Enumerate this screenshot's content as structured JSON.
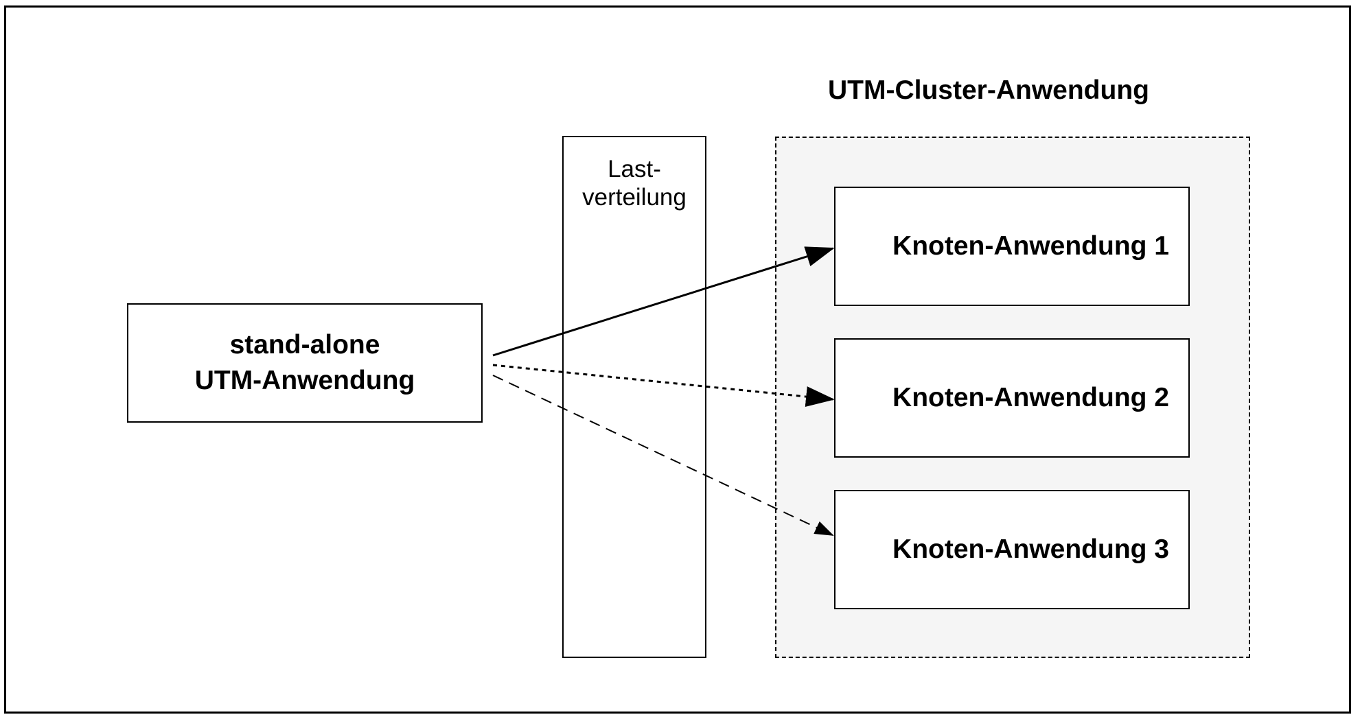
{
  "diagram": {
    "cluster_title": "UTM-Cluster-Anwendung",
    "standalone": {
      "line1": "stand-alone",
      "line2": "UTM-Anwendung"
    },
    "load_balancer": {
      "line1": "Last-",
      "line2": "verteilung"
    },
    "nodes": [
      {
        "label": "Knoten-Anwendung 1"
      },
      {
        "label": "Knoten-Anwendung 2"
      },
      {
        "label": "Knoten-Anwendung 3"
      }
    ],
    "connections": [
      {
        "from": "stand-alone UTM-Anwendung",
        "to": "Knoten-Anwendung 1",
        "style": "solid"
      },
      {
        "from": "stand-alone UTM-Anwendung",
        "to": "Knoten-Anwendung 2",
        "style": "dotted"
      },
      {
        "from": "stand-alone UTM-Anwendung",
        "to": "Knoten-Anwendung 3",
        "style": "dashed"
      }
    ],
    "colors": {
      "line": "#000000",
      "cluster_fill": "#f5f5f5",
      "box_fill": "#ffffff"
    }
  }
}
